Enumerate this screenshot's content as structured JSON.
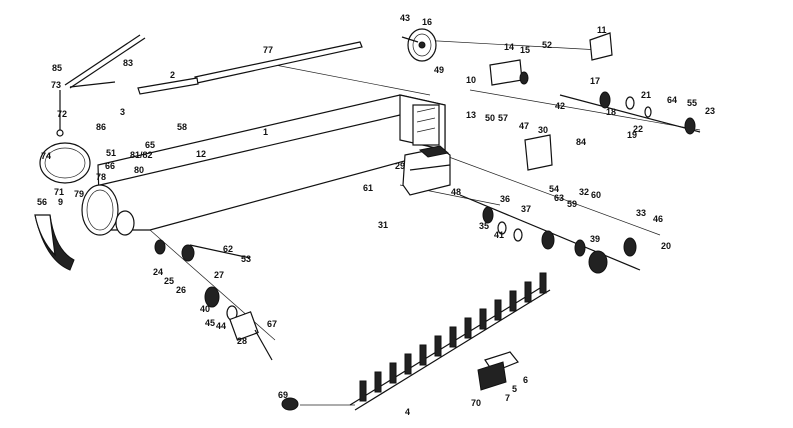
{
  "labels": [
    "1",
    "2",
    "3",
    "4",
    "5",
    "6",
    "7",
    "9",
    "10",
    "11",
    "12",
    "13",
    "14",
    "15",
    "16",
    "17",
    "18",
    "19",
    "20",
    "21",
    "22",
    "23",
    "24",
    "25",
    "26",
    "27",
    "28",
    "29",
    "30",
    "31",
    "32",
    "33",
    "35",
    "36",
    "37",
    "39",
    "40",
    "41",
    "42",
    "43",
    "44",
    "45",
    "46",
    "47",
    "48",
    "49",
    "50",
    "51",
    "52",
    "53",
    "54",
    "55",
    "56",
    "57",
    "58",
    "59",
    "60",
    "61",
    "62",
    "63",
    "64",
    "65",
    "66",
    "67",
    "69",
    "70",
    "71",
    "72",
    "73",
    "74",
    "77",
    "78",
    "79",
    "80",
    "81/82",
    "83",
    "84",
    "85",
    "86"
  ]
}
